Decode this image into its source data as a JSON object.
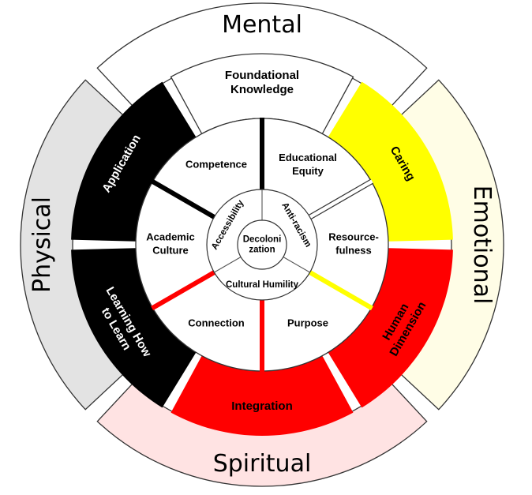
{
  "diagram": {
    "title": "Holistic learning medicine wheel",
    "outer_ring": [
      {
        "label": "Mental",
        "position": "top",
        "fill": "#ffffff"
      },
      {
        "label": "Emotional",
        "position": "right",
        "fill": "#fffde6"
      },
      {
        "label": "Spiritual",
        "position": "bottom",
        "fill": "#ffe3e3"
      },
      {
        "label": "Physical",
        "position": "left",
        "fill": "#e3e3e3"
      }
    ],
    "colored_ring": [
      {
        "label": "Foundational Knowledge",
        "lines": [
          "Foundational",
          "Knowledge"
        ],
        "fill": "#ffffff",
        "text_color": "#000000"
      },
      {
        "label": "Caring",
        "lines": [
          "Caring"
        ],
        "fill": "#ffff00",
        "text_color": "#000000"
      },
      {
        "label": "Human Dimension",
        "lines": [
          "Human",
          "Dimension"
        ],
        "fill": "#ff0000",
        "text_color": "#000000"
      },
      {
        "label": "Integration",
        "lines": [
          "Integration"
        ],
        "fill": "#ff0000",
        "text_color": "#000000"
      },
      {
        "label": "Learning How to Learn",
        "lines": [
          "Learning How",
          "to Learn"
        ],
        "fill": "#000000",
        "text_color": "#ffffff"
      },
      {
        "label": "Application",
        "lines": [
          "Application"
        ],
        "fill": "#000000",
        "text_color": "#ffffff"
      }
    ],
    "white_ring": [
      {
        "label": "Educational Equity",
        "lines": [
          "Educational",
          "Equity"
        ],
        "divider_color": "#ffffff"
      },
      {
        "label": "Resourcefulness",
        "lines": [
          "Resource-",
          "fulness"
        ],
        "divider_color": "#ffff00"
      },
      {
        "label": "Purpose",
        "lines": [
          "Purpose"
        ],
        "divider_color": "#ff0000"
      },
      {
        "label": "Connection",
        "lines": [
          "Connection"
        ],
        "divider_color": "#ff0000"
      },
      {
        "label": "Academic Culture",
        "lines": [
          "Academic",
          "Culture"
        ],
        "divider_color": "#000000"
      },
      {
        "label": "Competence",
        "lines": [
          "Competence"
        ],
        "divider_color": "#000000"
      }
    ],
    "middle_ring": [
      {
        "label": "Anti-racism"
      },
      {
        "label": "Cultural Humility"
      },
      {
        "label": "Accessibility"
      }
    ],
    "center": {
      "lines": [
        "Decoloni",
        "zation"
      ]
    }
  }
}
